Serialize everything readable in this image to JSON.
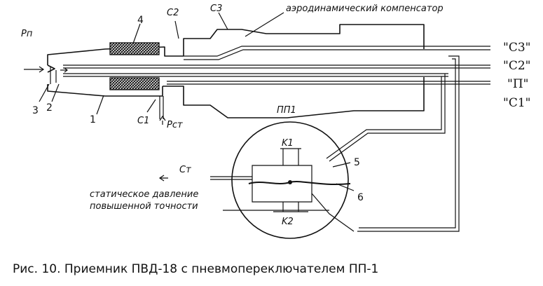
{
  "labels": {
    "pn": "Pп",
    "c2": "C2",
    "c3": "C3",
    "aero": "аэродинамический компенсатор",
    "n4": "4",
    "n3": "3",
    "n2": "2",
    "n1": "1",
    "c1": "C1",
    "pst": "Pст",
    "pp1": "ПП1",
    "k1": "K1",
    "k2": "K2",
    "n5": "5",
    "n6": "6",
    "st": "Cт",
    "static_line1": "статическое давление",
    "static_line2": "повышенной точности"
  },
  "outputs": [
    "\"C3\"",
    "\"C2\"",
    "\"П\"",
    "\"C1\""
  ],
  "caption": "Рис. 10.  Приемник ПВД-18 с пневмопереключателем ПП-1"
}
